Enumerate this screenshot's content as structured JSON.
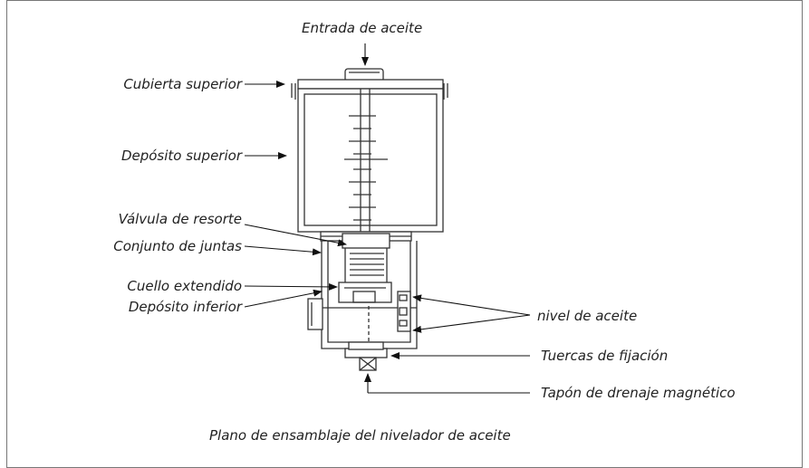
{
  "labels": {
    "oil_inlet": "Entrada de aceite",
    "top_cover": "Cubierta superior",
    "upper_reservoir": "Depósito superior",
    "spring_valve": "Válvula de resorte",
    "gasket_set": "Conjunto de juntas",
    "extended_neck": "Cuello extendido",
    "lower_reservoir": "Depósito inferior",
    "oil_level": "nivel de aceite",
    "fixing_nuts": "Tuercas de fijación",
    "magnetic_drain_plug": "Tapón de drenaje magnético"
  },
  "caption": "Plano de ensamblaje del nivelador de aceite",
  "colors": {
    "line": "#333333",
    "text": "#222222",
    "frame": "#777777"
  }
}
